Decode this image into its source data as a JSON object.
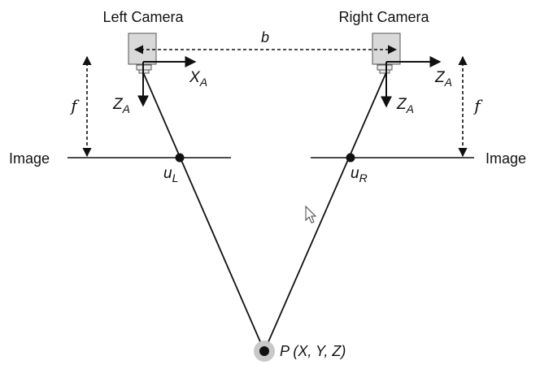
{
  "cameras": {
    "left": {
      "title": "Left Camera"
    },
    "right": {
      "title": "Right Camera"
    }
  },
  "baseline_label": "b",
  "axes": {
    "left_x_letter": "X",
    "left_x_sub": "A",
    "left_z_letter": "Z",
    "left_z_sub": "A",
    "right_z_horizontal_letter": "Z",
    "right_z_horizontal_sub": "A",
    "right_z_vertical_letter": "Z",
    "right_z_vertical_sub": "A"
  },
  "focal": {
    "left_label": "f",
    "right_label": "f"
  },
  "image_planes": {
    "left_label": "Image",
    "right_label": "Image"
  },
  "projections": {
    "left_letter": "u",
    "left_sub": "L",
    "right_letter": "u",
    "right_sub": "R"
  },
  "point": {
    "label": "P (X, Y, Z)"
  },
  "colors": {
    "ink": "#111111",
    "camera_body": "#d9d9d9",
    "point_halo": "#c8c8c8"
  },
  "icons": [
    "camera-icon",
    "mouse-cursor-icon"
  ]
}
